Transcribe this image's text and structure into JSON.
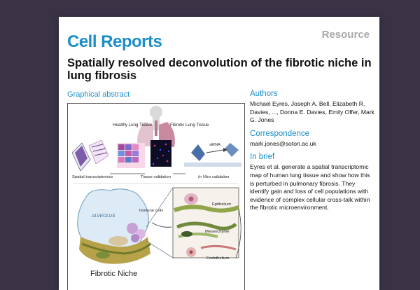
{
  "journal": "Cell Reports",
  "article_type": "Resource",
  "title": "Spatially resolved deconvolution of the fibrotic niche in lung fibrosis",
  "graphical_abstract": {
    "heading": "Graphical abstract",
    "labels": {
      "healthy": "Healthy Lung Tissue",
      "fibrotic": "Fibrotic Lung Tissue",
      "spatial": "Spatial transcriptomics",
      "validation": "Tissue validation",
      "invitro": "In Vitro validation",
      "sirna": "siRNA",
      "alveolus": "ALVEOLUS",
      "immune": "Immune cells",
      "epithelium": "Epithelium",
      "mesenchyme": "Mesenchyme",
      "endothelium": "Endothelium",
      "niche": "Fibrotic Niche"
    }
  },
  "authors": {
    "heading": "Authors",
    "text": "Michael Eyres, Joseph A. Bell, Elizabeth R. Davies, ..., Donna E. Davies, Emily Offer, Mark G. Jones"
  },
  "correspondence": {
    "heading": "Correspondence",
    "email": "mark.jones@soton.ac.uk"
  },
  "in_brief": {
    "heading": "In brief",
    "text": "Eyres et al. generate a spatial transcriptomic map of human lung tissue and show how this is perturbed in pulmonary fibrosis. They identify gain and loss of cell populations with evidence of complex cellular cross-talk within the fibrotic microenvironment."
  }
}
